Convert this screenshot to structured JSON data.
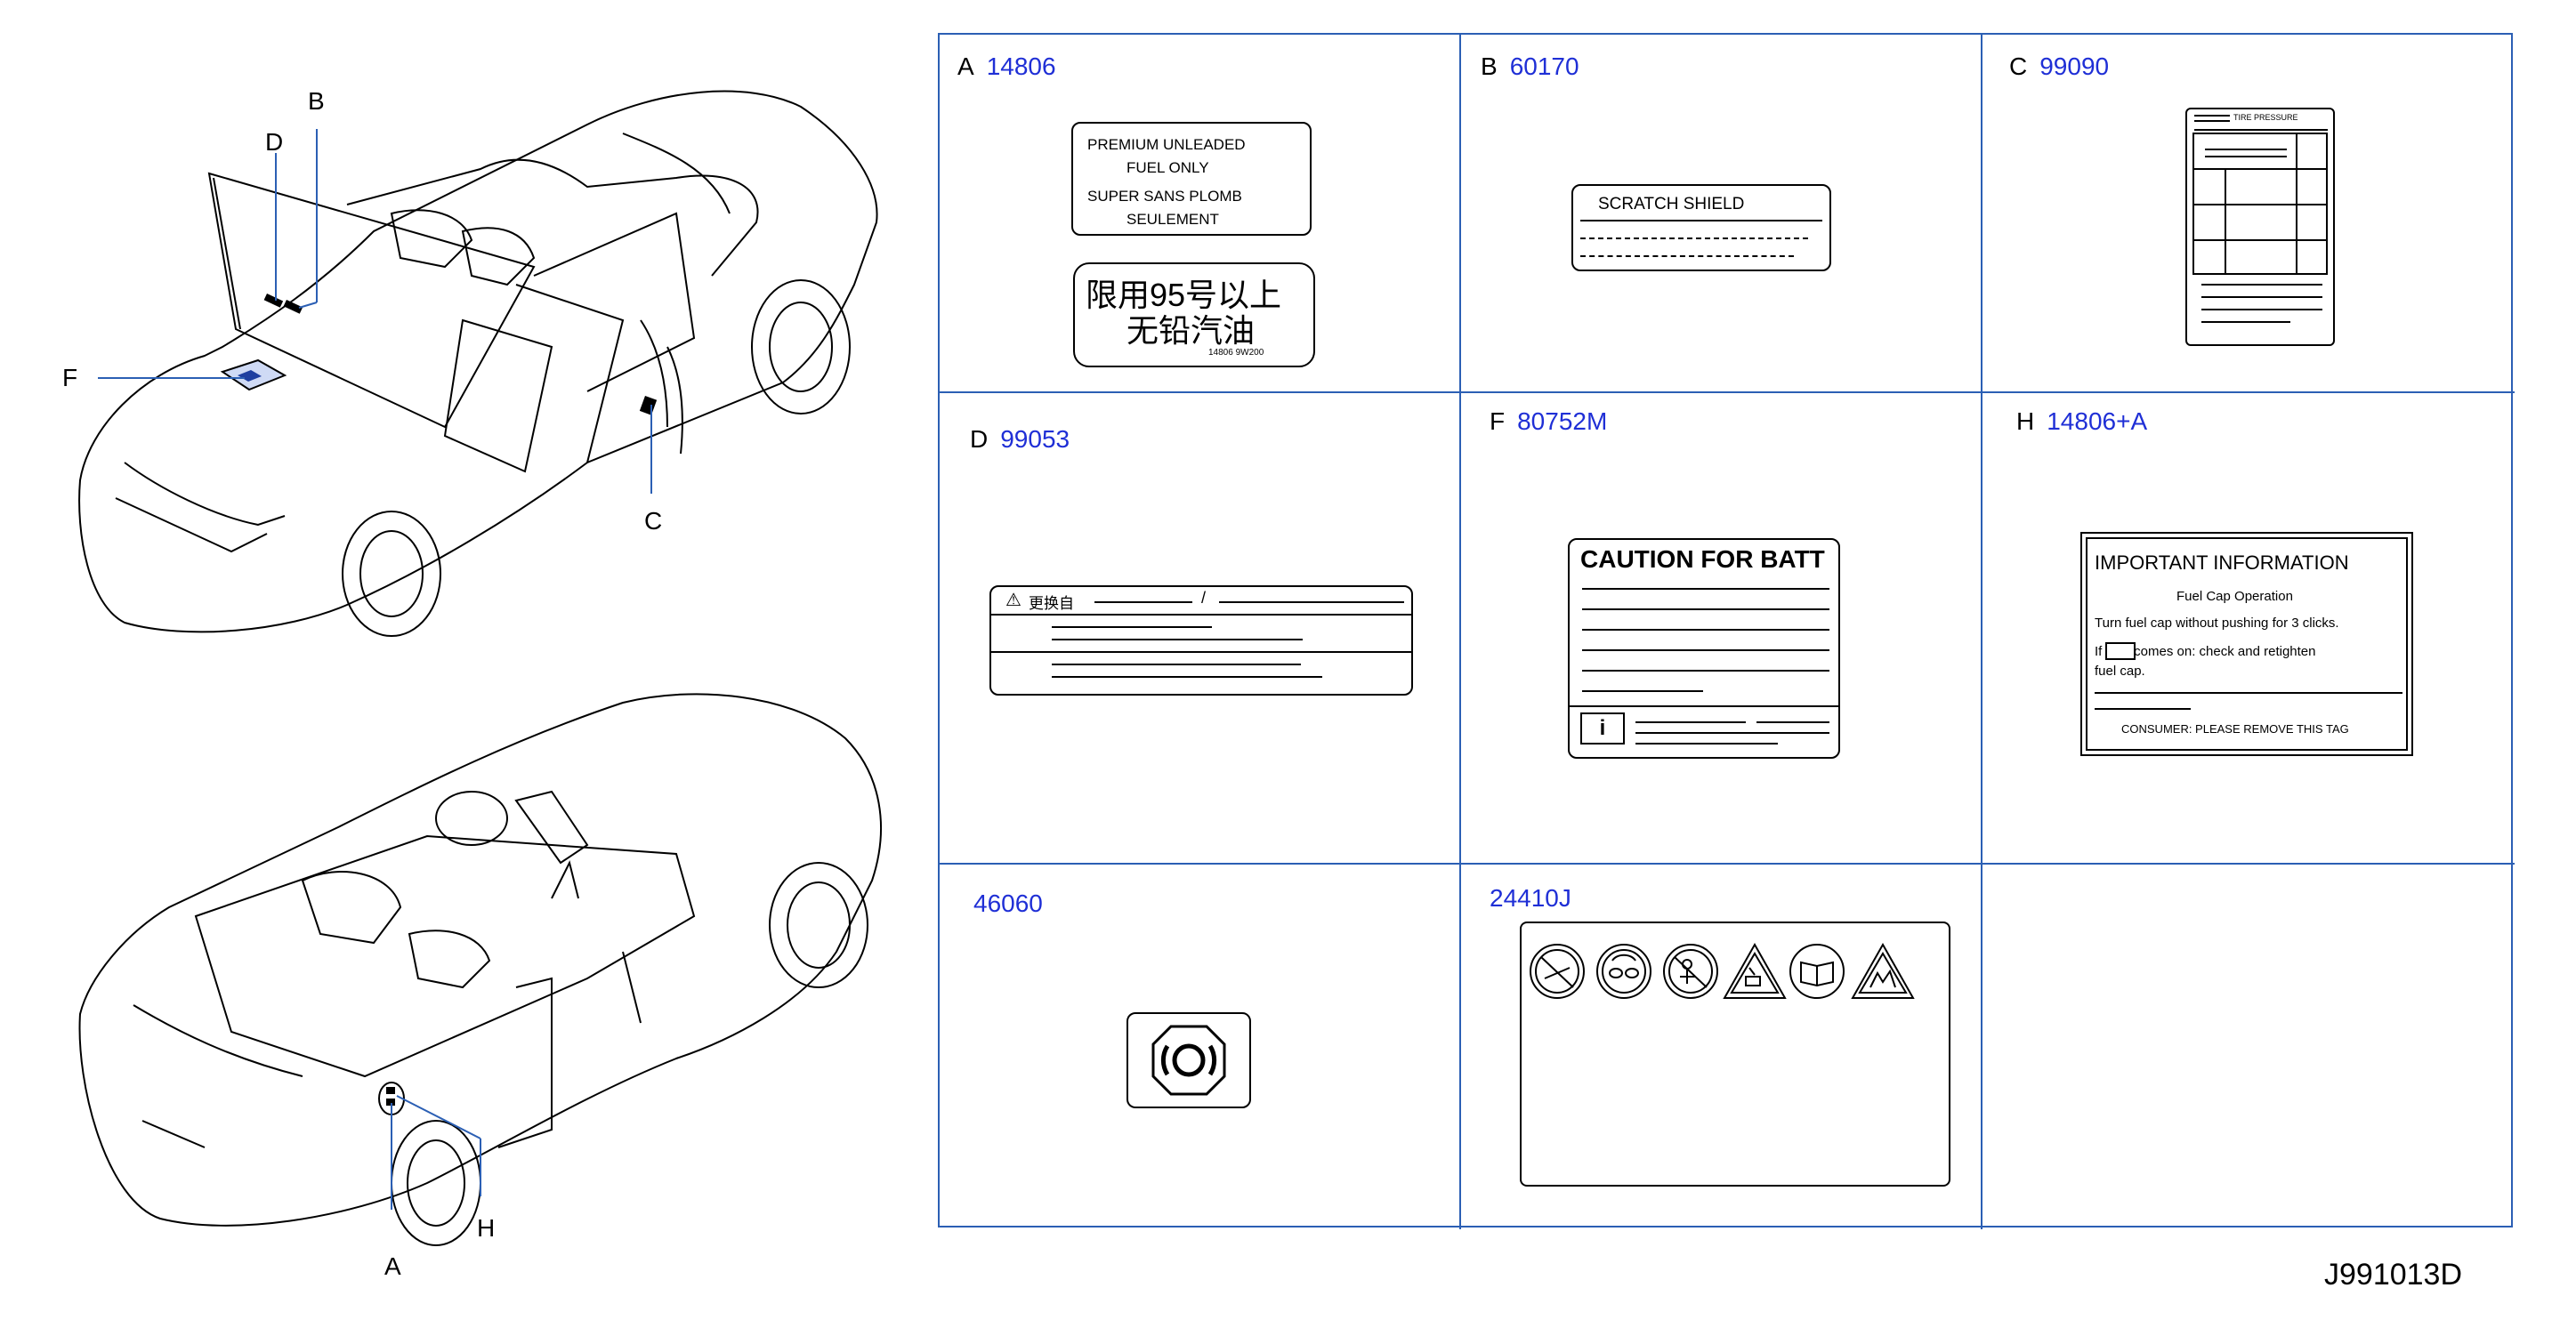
{
  "callouts": {
    "a": "A",
    "b": "B",
    "c": "C",
    "d": "D",
    "f": "F",
    "h": "H"
  },
  "cells": {
    "a": {
      "letter": "A",
      "number": "14806",
      "label1": {
        "l1": "PREMIUM    UNLEADED",
        "l2": "FUEL    ONLY",
        "l3": "SUPER    SANS    PLOMB",
        "l4": "SEULEMENT"
      },
      "label2": {
        "l1": "限用95号以上",
        "l2": "无铅汽油",
        "codes": "14806      9W200"
      }
    },
    "b": {
      "letter": "B",
      "number": "60170",
      "label": {
        "title": "SCRATCH    SHIELD"
      }
    },
    "c": {
      "letter": "C",
      "number": "99090",
      "label": {
        "title": "TIRE    PRESSURE"
      }
    },
    "d": {
      "letter": "D",
      "number": "99053",
      "label": {
        "head": "更换自",
        "sep": "/"
      }
    },
    "f": {
      "letter": "F",
      "number": "80752M",
      "label": {
        "title": "CAUTION FOR BATT"
      }
    },
    "h": {
      "letter": "H",
      "number": "14806+A",
      "label": {
        "title": "IMPORTANT    INFORMATION",
        "sub": "Fuel    Cap    Operation",
        "line1": "Turn    fuel    cap    without    pushing    for    3    clicks.",
        "line2": "If          light    comes    on:    check    and    retighten",
        "line3": "fuel    cap.",
        "footer": "CONSUMER:    PLEASE    REMOVE    THIS    TAG"
      }
    },
    "g": {
      "number": "46060"
    },
    "e": {
      "number": "24410J"
    }
  },
  "footer": {
    "code": "J991013D"
  }
}
